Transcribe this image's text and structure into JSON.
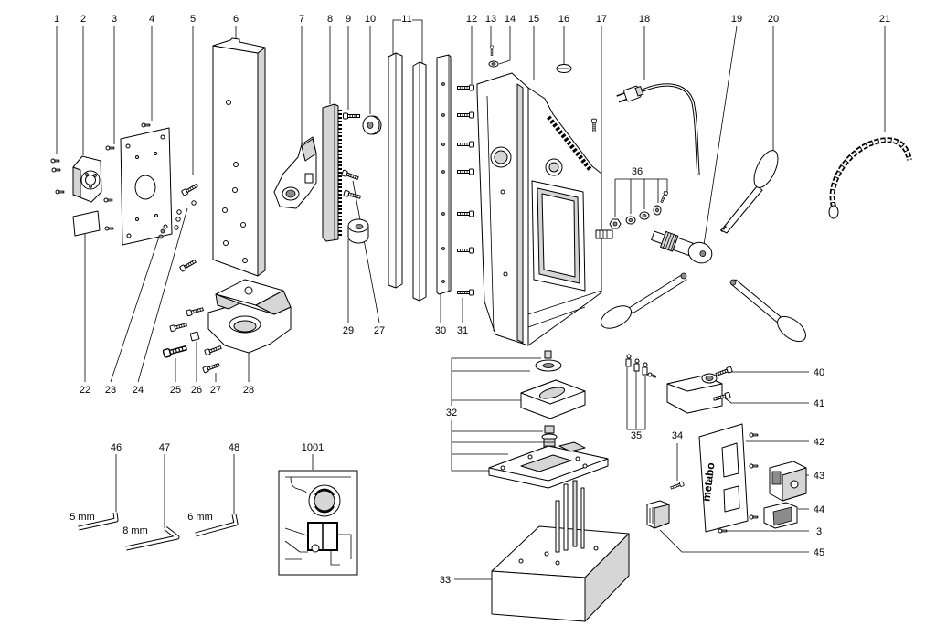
{
  "top_row": [
    "1",
    "2",
    "3",
    "4",
    "5",
    "6",
    "7",
    "8",
    "9",
    "10",
    "11",
    "12",
    "13",
    "14",
    "15",
    "16",
    "17",
    "18",
    "19",
    "20",
    "21"
  ],
  "left_bottom_row": [
    "22",
    "23",
    "24",
    "25",
    "26",
    "27",
    "28"
  ],
  "middle_row": [
    "29",
    "27",
    "30",
    "31"
  ],
  "assembly": {
    "c32": "32",
    "c33": "33",
    "c34": "34",
    "c35": "35",
    "c36": "36"
  },
  "right_column": [
    "40",
    "41",
    "42",
    "43",
    "44",
    "3",
    "45"
  ],
  "wrenches": [
    {
      "number": "46",
      "size": "5 mm"
    },
    {
      "number": "47",
      "size": "8 mm"
    },
    {
      "number": "48",
      "size": "6 mm"
    }
  ],
  "inset": {
    "number": "1001"
  },
  "panel": {
    "brand": "metabo"
  },
  "colors": {
    "line": "#000000",
    "background": "#ffffff",
    "shading": "#d6d6d6"
  }
}
